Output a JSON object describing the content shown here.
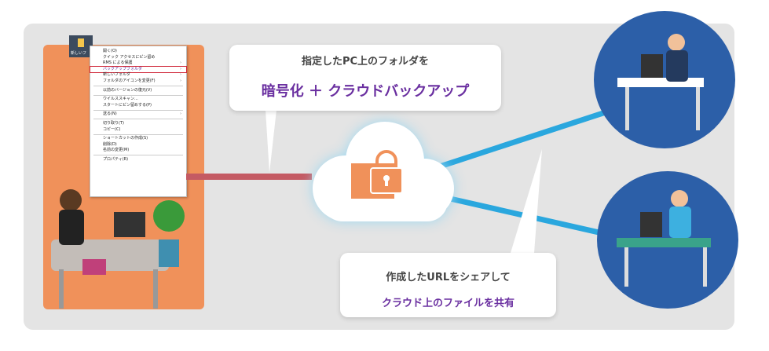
{
  "folder_label": "新しいフ",
  "context_menu": {
    "items": [
      {
        "label": "開く(O)"
      },
      {
        "label": "クイック アクセスにピン留め"
      },
      {
        "label": "RMS による保護",
        "arrow": true
      },
      {
        "label": "バックアップフォルダ",
        "arrow": true,
        "highlight": true
      },
      {
        "label": "新しいフォルダ",
        "arrow": true
      },
      {
        "label": "フォルダのアイコンを変更(F)",
        "arrow": true
      },
      {
        "sep": true
      },
      {
        "label": "以前のバージョンの復元(V)"
      },
      {
        "sep": true
      },
      {
        "label": "ウイルススキャン..."
      },
      {
        "label": "スタートにピン留めする(P)"
      },
      {
        "sep": true
      },
      {
        "label": "送る(N)",
        "arrow": true
      },
      {
        "sep": true
      },
      {
        "label": "切り取り(T)"
      },
      {
        "label": "コピー(C)"
      },
      {
        "sep": true
      },
      {
        "label": "ショートカットの作成(S)"
      },
      {
        "label": "削除(D)"
      },
      {
        "label": "名前の変更(M)"
      },
      {
        "sep": true
      },
      {
        "label": "プロパティ(R)"
      }
    ]
  },
  "callout_top": {
    "line1": "指定したPC上のフォルダを",
    "line2": "暗号化 ＋ クラウドバックアップ"
  },
  "callout_bottom": {
    "line1": "作成したURLをシェアして",
    "line2": "クラウド上のファイルを共有"
  },
  "colors": {
    "orange": "#f0915a",
    "purple": "#6a2fa0",
    "blue": "#2c5fa8",
    "link": "#2aa7de",
    "red": "#c45a63"
  }
}
